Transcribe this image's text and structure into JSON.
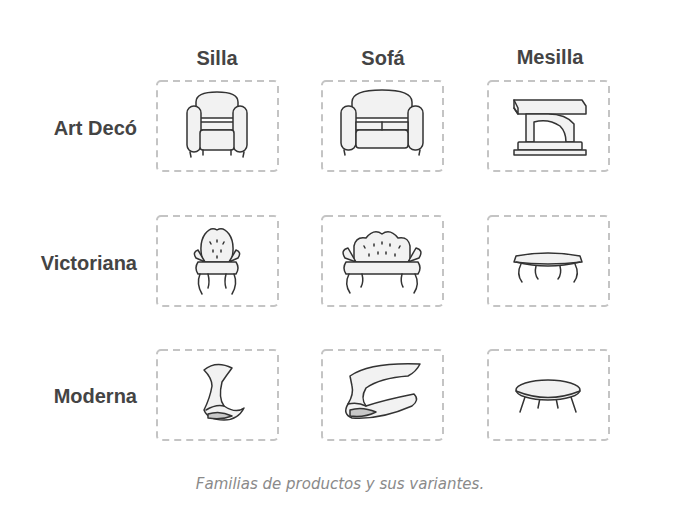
{
  "diagram": {
    "caption": "Familias de productos y sus variantes.",
    "labels": [
      "Silla",
      "Sofá",
      "Mesilla",
      "Art Decó",
      "Victoriana",
      "Moderna"
    ]
  }
}
